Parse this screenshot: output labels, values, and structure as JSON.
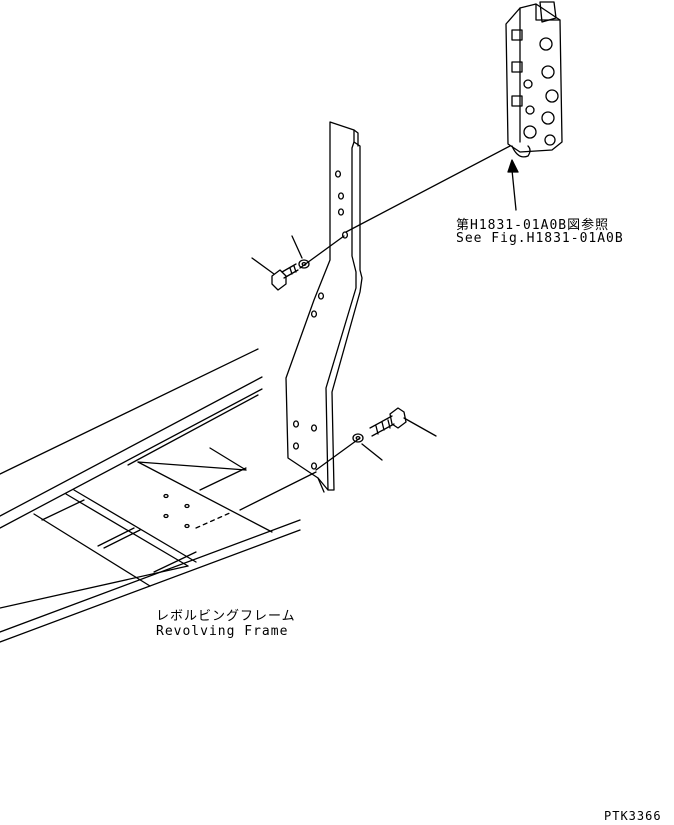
{
  "labels": {
    "reference_ja": "第H1831-01A0B図参照",
    "reference_en": "See Fig.H1831-01A0B",
    "frame_ja": "レボルビングフレーム",
    "frame_en": "Revolving Frame",
    "drawing_code": "PTK3366"
  },
  "colors": {
    "line": "#000000",
    "background": "#ffffff"
  }
}
